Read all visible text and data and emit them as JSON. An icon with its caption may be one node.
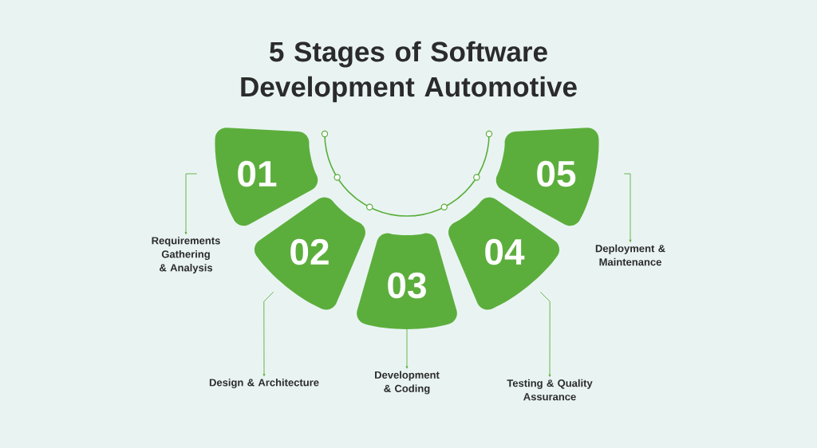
{
  "diagram": {
    "title": "5 Stages of Software Development Automotive",
    "nodes": [
      {
        "text": [
          "01"
        ]
      },
      {
        "text": [
          "02"
        ]
      },
      {
        "text": [
          "03"
        ]
      },
      {
        "text": [
          "04"
        ]
      },
      {
        "text": [
          "05"
        ]
      },
      {
        "text": [
          "Requirements Gathering & Analysis"
        ]
      },
      {
        "text": [
          "Design & Architecture"
        ]
      },
      {
        "text": [
          "Development & Coding"
        ]
      },
      {
        "text": [
          "Testing & Quality Assurance"
        ]
      },
      {
        "text": [
          "Deployment & Maintenance"
        ]
      }
    ],
    "edges": [
      {
        "from": 0,
        "to": 5,
        "arrow": "to"
      },
      {
        "from": 1,
        "to": 6,
        "arrow": "to"
      },
      {
        "from": 2,
        "to": 7,
        "arrow": "to"
      },
      {
        "from": 3,
        "to": 8,
        "arrow": "to"
      },
      {
        "from": 4,
        "to": 9,
        "arrow": "to"
      }
    ]
  }
}
